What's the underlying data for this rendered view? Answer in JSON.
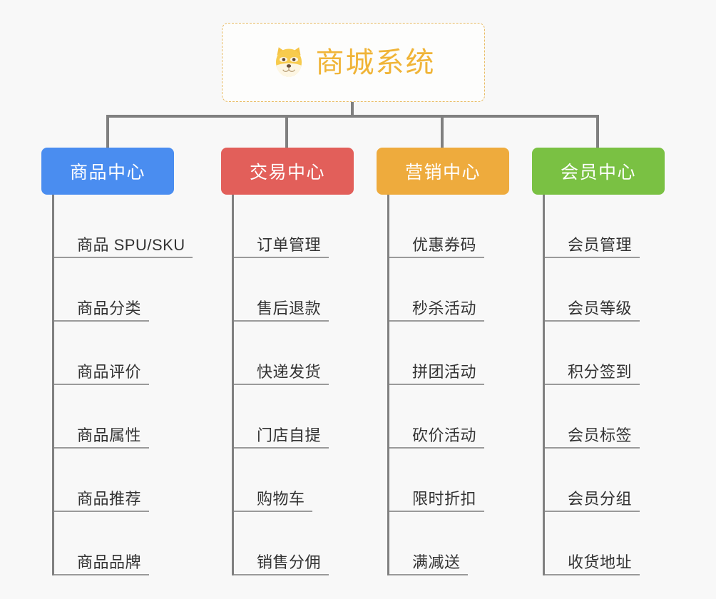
{
  "page": {
    "background_color": "#f8f8f8",
    "type": "organization-mindmap"
  },
  "root": {
    "title": "商城系统",
    "icon": "shiba-dog-icon",
    "text_color": "#f0b437",
    "border_color": "#e8bb63",
    "border_style": "dashed"
  },
  "chart_data": {
    "type": "tree",
    "title": "商城系统",
    "root_label": "商城系统",
    "branch_count": 4,
    "leaves_per_branch": 6
  },
  "branches": [
    {
      "label": "商品中心",
      "color": "#4a8df0",
      "leaves": [
        "商品 SPU/SKU",
        "商品分类",
        "商品评价",
        "商品属性",
        "商品推荐",
        "商品品牌"
      ]
    },
    {
      "label": "交易中心",
      "color": "#e25f5a",
      "leaves": [
        "订单管理",
        "售后退款",
        "快递发货",
        "门店自提",
        "购物车",
        "销售分佣"
      ]
    },
    {
      "label": "营销中心",
      "color": "#eeab3d",
      "leaves": [
        "优惠券码",
        "秒杀活动",
        "拼团活动",
        "砍价活动",
        "限时折扣",
        "满减送"
      ]
    },
    {
      "label": "会员中心",
      "color": "#7ac143",
      "leaves": [
        "会员管理",
        "会员等级",
        "积分签到",
        "会员标签",
        "会员分组",
        "收货地址"
      ]
    }
  ],
  "connectors": {
    "line_color": "#808080",
    "leaf_underline_color": "#9a9a9a"
  }
}
